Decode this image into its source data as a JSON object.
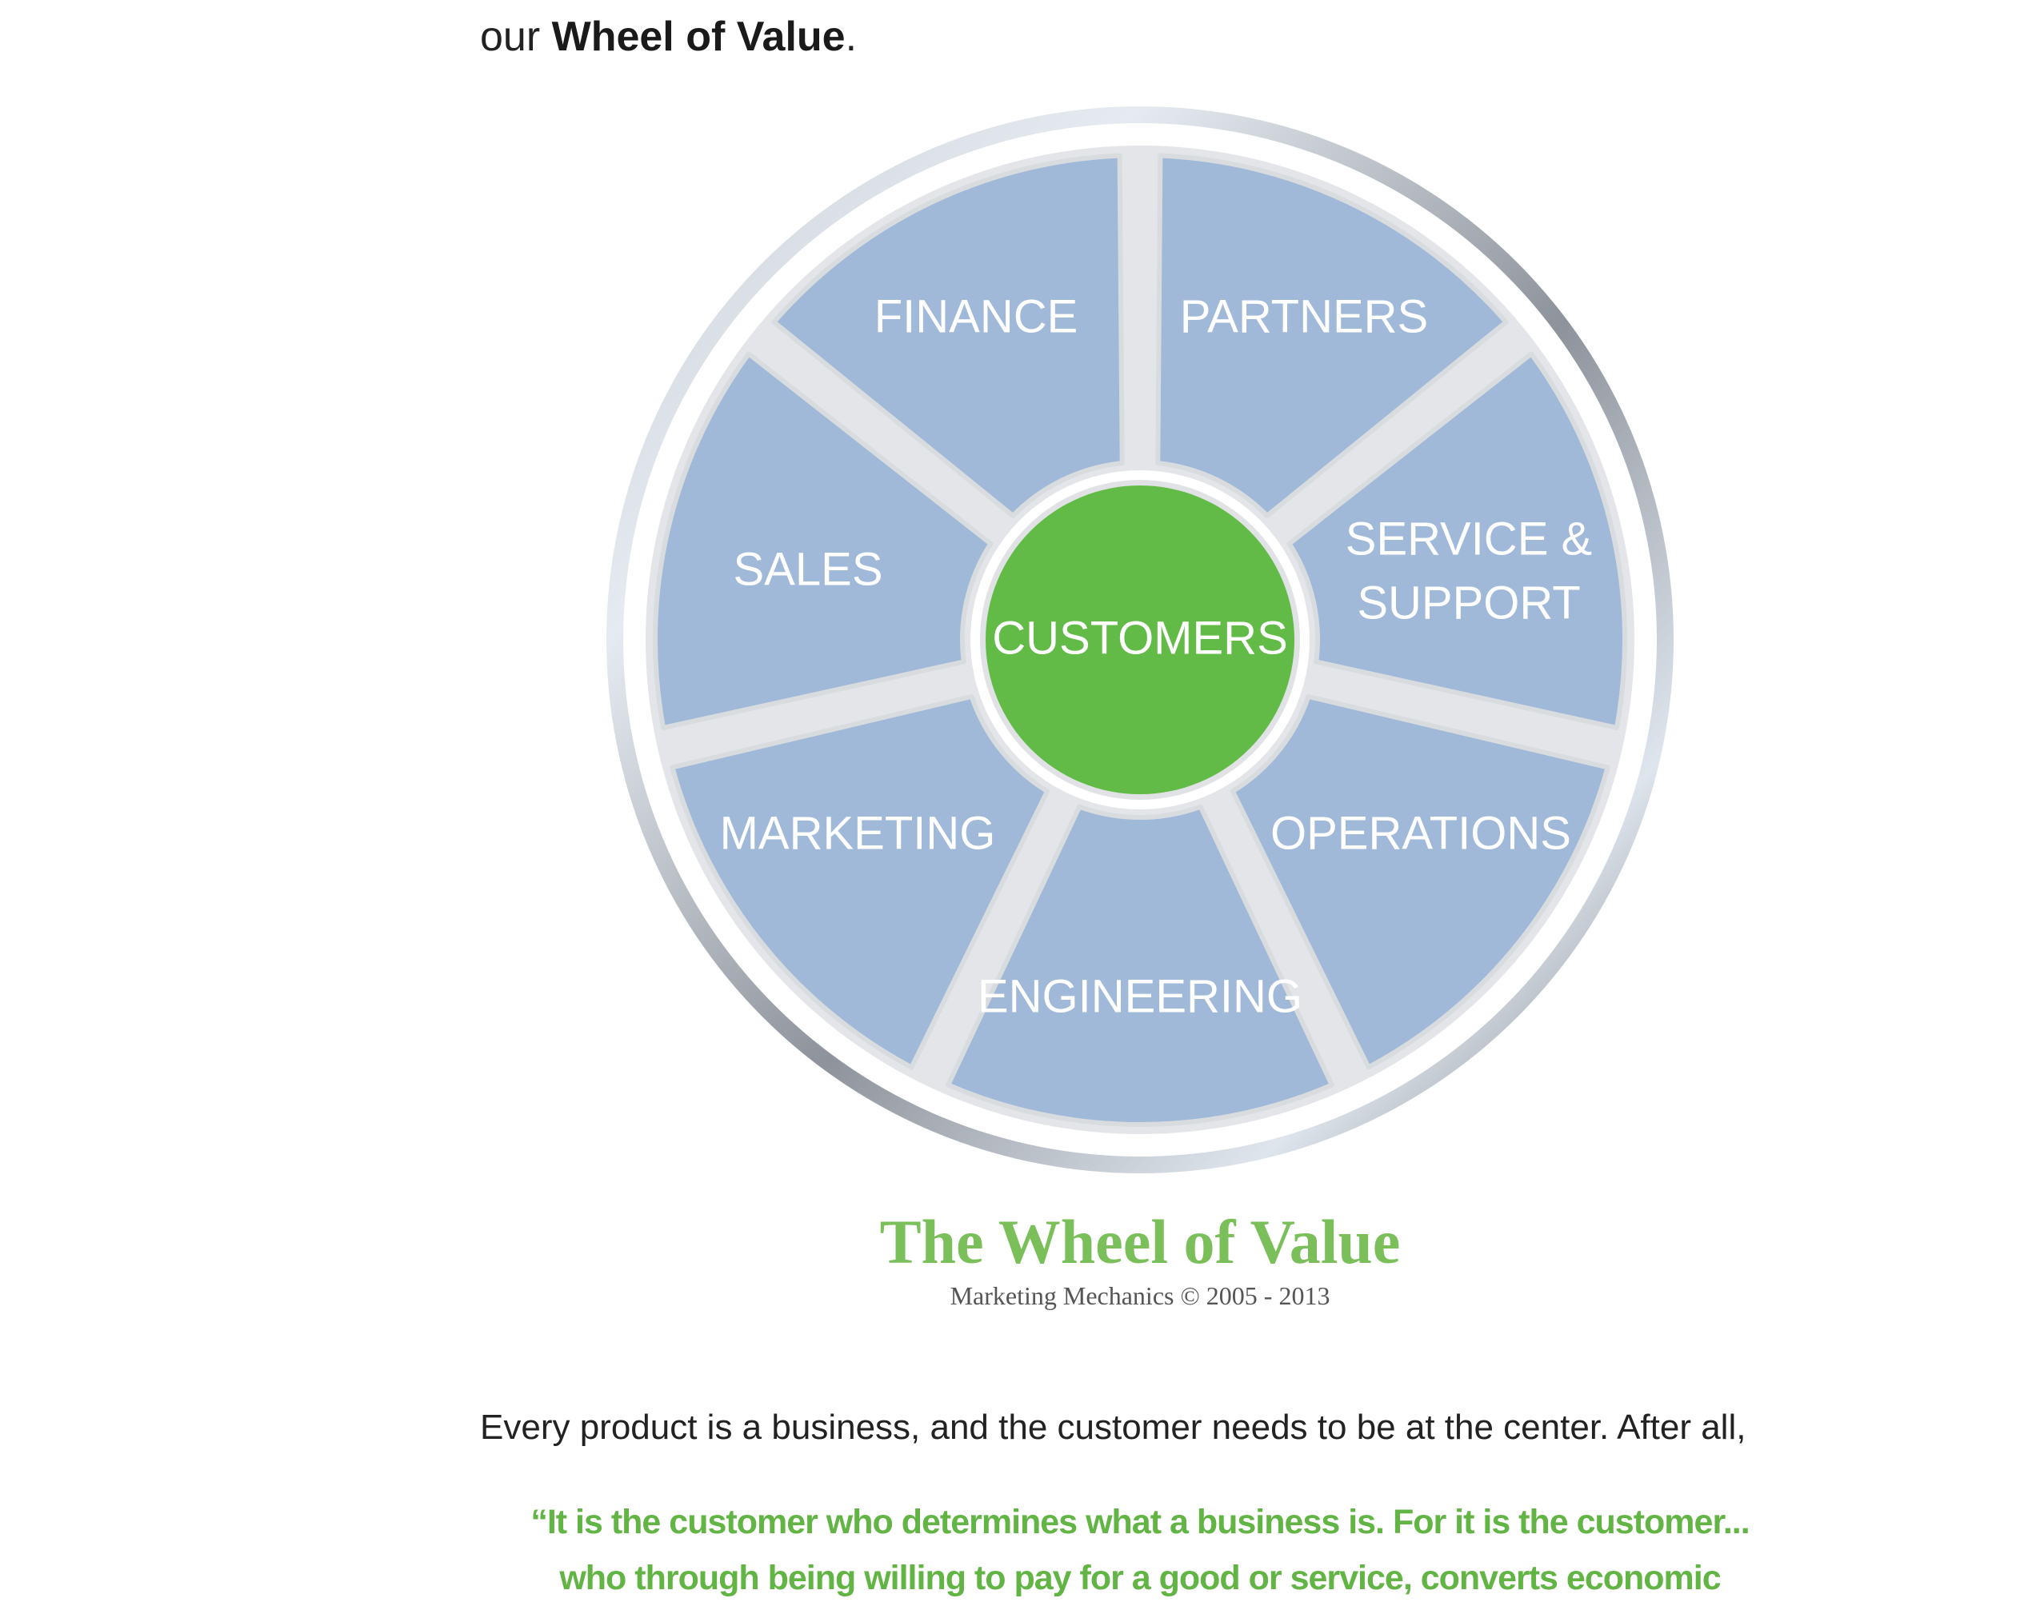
{
  "intro": {
    "prefix": "our ",
    "bold": "Wheel of Value",
    "suffix": "."
  },
  "wheel": {
    "segments": [
      {
        "label": "FINANCE"
      },
      {
        "label": "PARTNERS"
      },
      {
        "label": "SERVICE &"
      },
      {
        "label": "SUPPORT"
      },
      {
        "label": "OPERATIONS"
      },
      {
        "label": "ENGINEERING"
      },
      {
        "label": "MARKETING"
      },
      {
        "label": "SALES"
      }
    ],
    "hub": "CUSTOMERS"
  },
  "caption": {
    "title": "The Wheel of Value",
    "subtitle": "Marketing Mechanics © 2005 - 2013"
  },
  "body": {
    "paragraph": "Every product is a business, and the customer needs to be at the center. After all,",
    "quote_line1": "“It is the customer who determines what a business is. For it is the customer...",
    "quote_line2": "who through being willing to pay for a good or service, converts economic"
  },
  "colors": {
    "segment_fill": "#a0b9d8",
    "hub_fill": "#62bb46",
    "caption_green": "#7bbf5a",
    "quote_green": "#62b544"
  }
}
